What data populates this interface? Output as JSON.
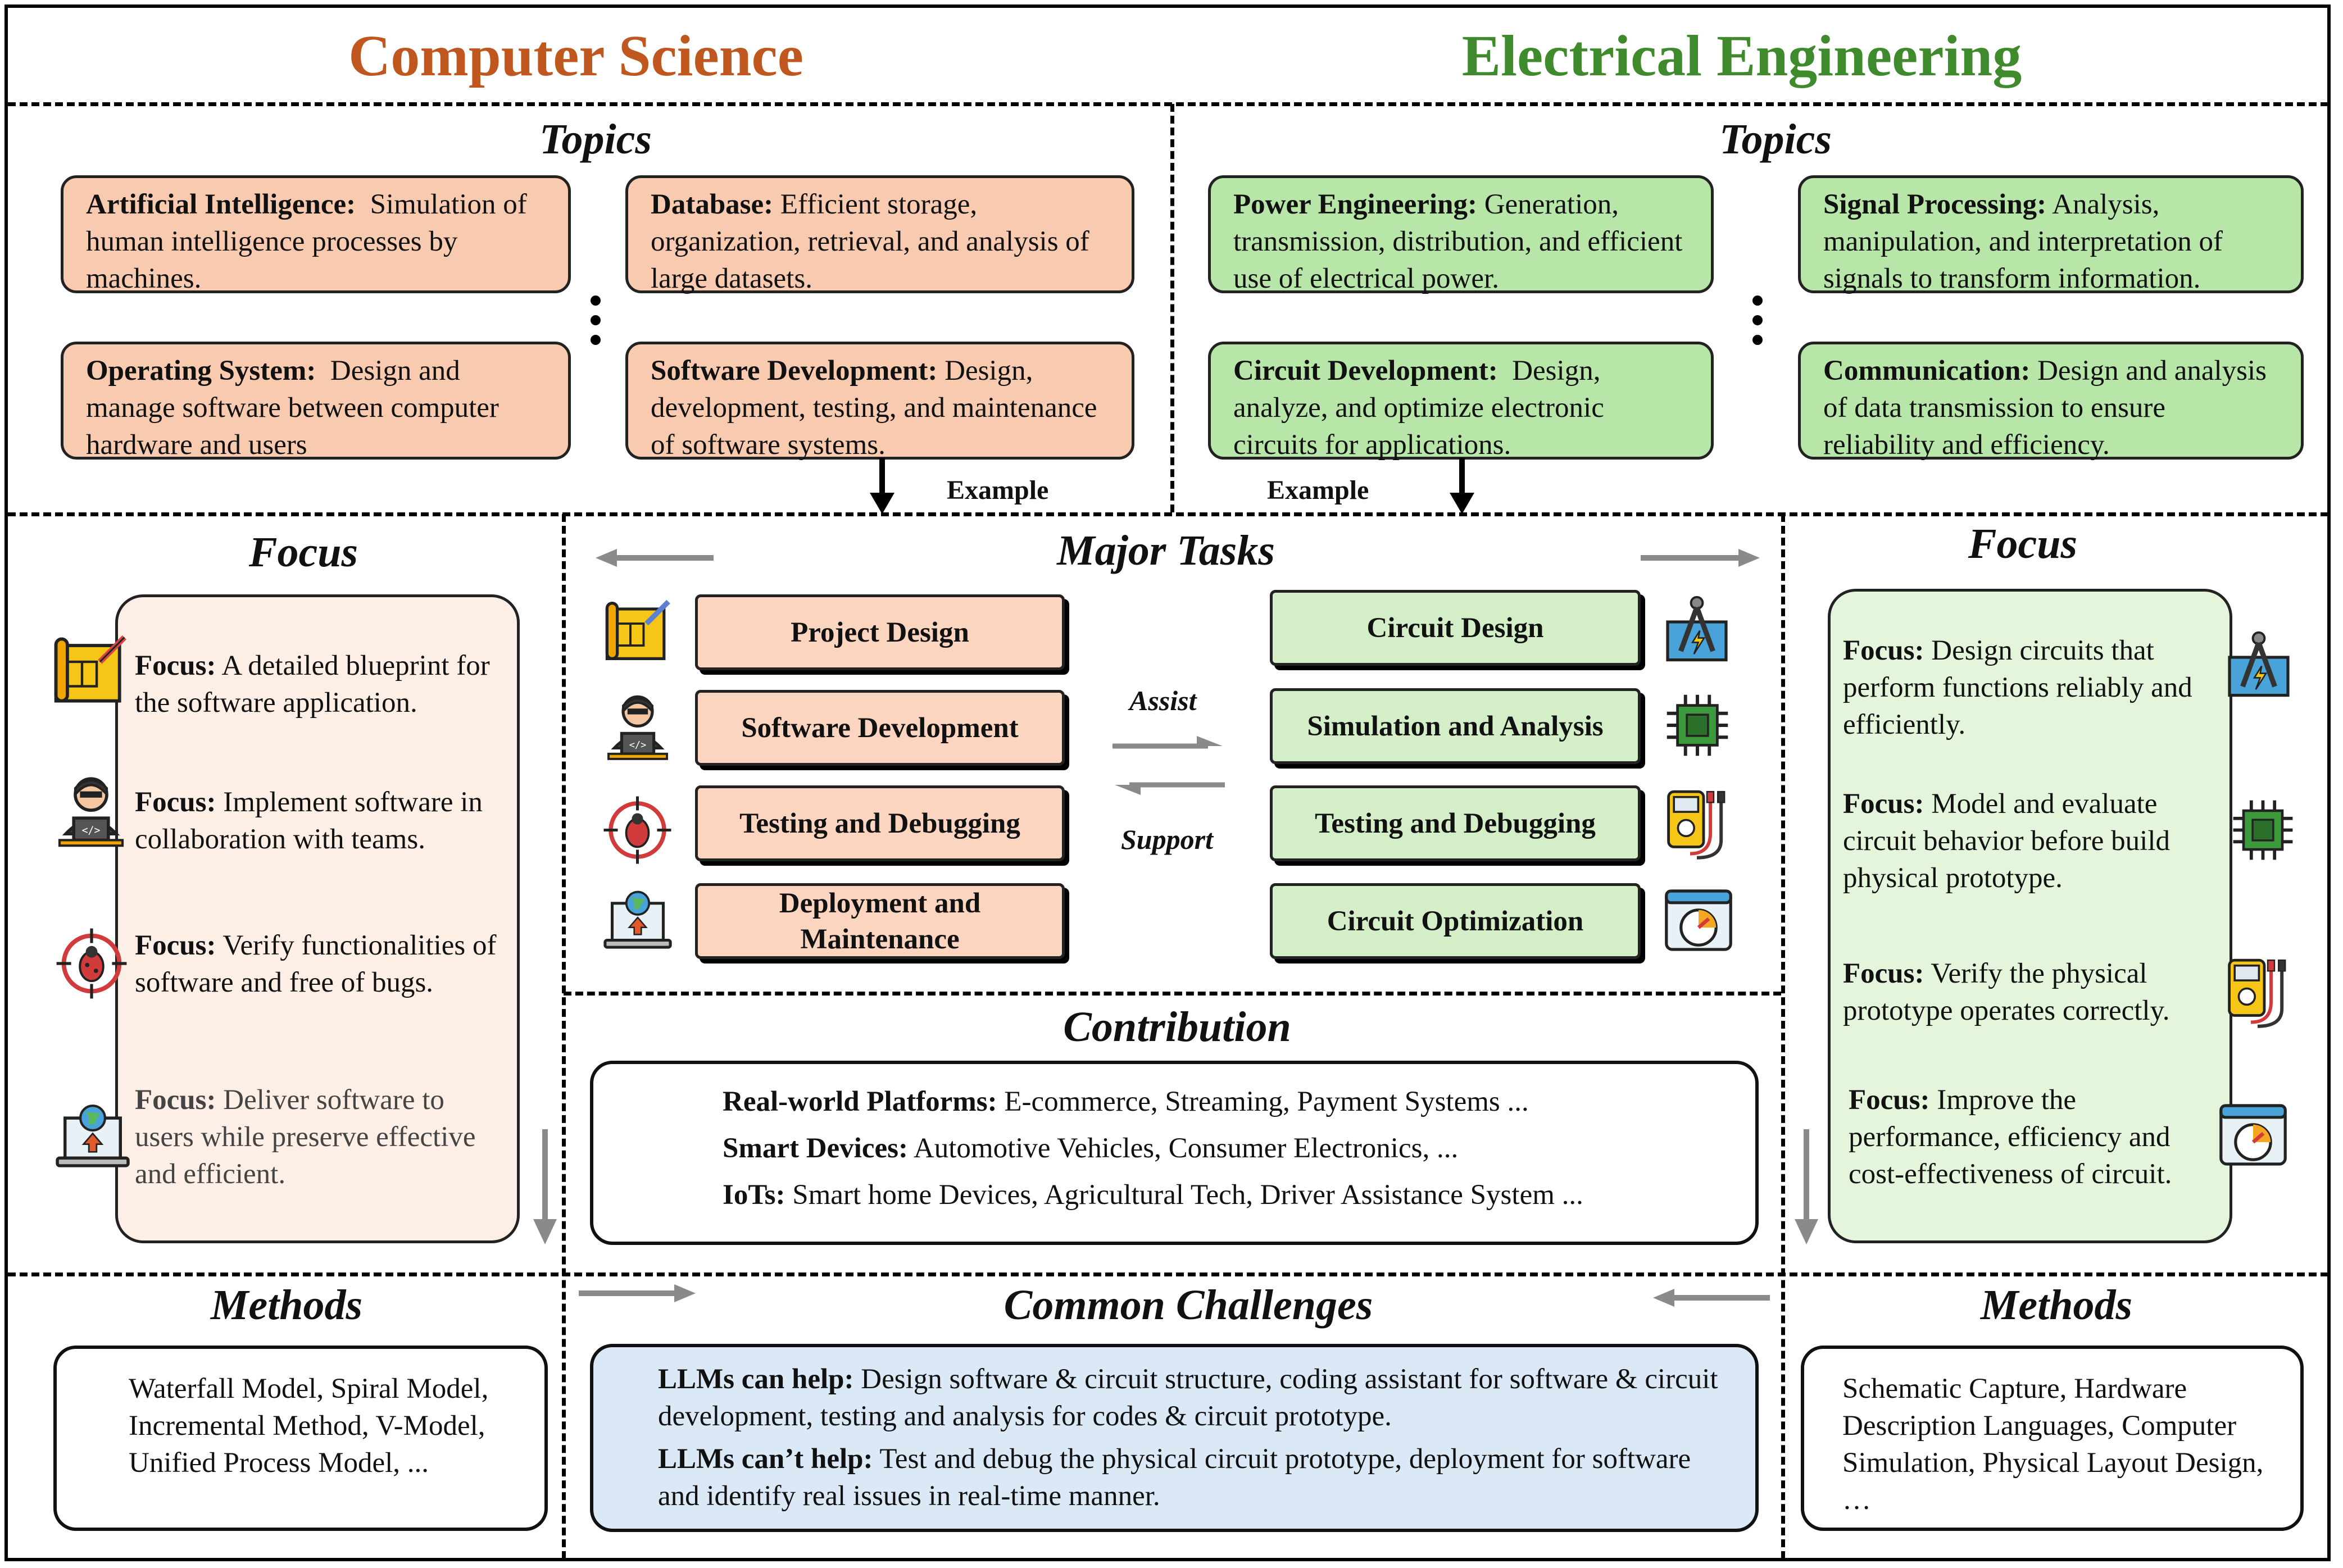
{
  "titles": {
    "cs": "Computer Science",
    "ee": "Electrical Engineering"
  },
  "cs_topics": {
    "heading": "Topics",
    "ai": {
      "name": "Artificial Intelligence:",
      "desc": "Simulation of human intelligence processes by machines."
    },
    "db": {
      "name": "Database:",
      "desc": "Efficient storage, organization, retrieval, and analysis of large datasets."
    },
    "os": {
      "name": "Operating System:",
      "desc": "Design and manage software between computer hardware and users"
    },
    "sd": {
      "name": "Software Development:",
      "desc": "Design, development, testing, and maintenance of software systems."
    },
    "example": "Example"
  },
  "ee_topics": {
    "heading": "Topics",
    "pe": {
      "name": "Power Engineering:",
      "desc": "Generation, transmission, distribution, and efficient use of electrical power."
    },
    "sp": {
      "name": "Signal Processing:",
      "desc": "Analysis, manipulation, and interpretation of signals to transform information."
    },
    "cd": {
      "name": "Circuit Development:",
      "desc": "Design, analyze, and optimize electronic circuits for applications."
    },
    "cm": {
      "name": "Communication:",
      "desc": "Design and analysis of data transmission to ensure reliability and efficiency."
    },
    "example": "Example"
  },
  "cs_focus": {
    "heading": "Focus",
    "label": "Focus:",
    "items": [
      "A detailed blueprint for the software application.",
      "Implement software in collaboration with teams.",
      "Verify functionalities of software and free of bugs.",
      "Deliver software to users while preserve effective and efficient."
    ],
    "icons": [
      "blueprint-icon",
      "developer-icon",
      "bug-target-icon",
      "deploy-laptop-icon"
    ]
  },
  "ee_focus": {
    "heading": "Focus",
    "label": "Focus:",
    "items": [
      "Design circuits that perform functions reliably and efficiently.",
      "Model and evaluate circuit behavior before build physical prototype.",
      "Verify the physical prototype operates correctly.",
      "Improve the performance, efficiency and cost-effectiveness of circuit."
    ],
    "icons": [
      "compass-blueprint-icon",
      "chip-icon",
      "multimeter-icon",
      "gauge-window-icon"
    ]
  },
  "major_tasks": {
    "heading": "Major Tasks",
    "cs": [
      "Project Design",
      "Software Development",
      "Testing and Debugging",
      "Deployment and Maintenance"
    ],
    "ee": [
      "Circuit Design",
      "Simulation and Analysis",
      "Testing and Debugging",
      "Circuit Optimization"
    ],
    "assist": "Assist",
    "support": "Support"
  },
  "contribution": {
    "heading": "Contribution",
    "rows": [
      {
        "label": "Real-world Platforms:",
        "text": "E-commerce, Streaming, Payment Systems ..."
      },
      {
        "label": "Smart Devices:",
        "text": "Automotive Vehicles,  Consumer Electronics, ..."
      },
      {
        "label": "IoTs:",
        "text": "Smart home Devices, Agricultural Tech, Driver Assistance System ..."
      }
    ]
  },
  "methods": {
    "cs_heading": "Methods",
    "cs_text": "Waterfall Model,  Spiral Model, Incremental Method, V-Model, Unified Process Model, ...",
    "ee_heading": "Methods",
    "ee_text": "Schematic Capture, Hardware Description Languages, Computer Simulation, Physical Layout Design, …"
  },
  "challenges": {
    "heading": "Common Challenges",
    "help_label": "LLMs can help:",
    "help_text": "Design software & circuit structure, coding assistant for software & circuit development, testing and analysis for codes & circuit prototype.",
    "cant_label": "LLMs can’t help:",
    "cant_text": "Test and debug the physical circuit prototype, deployment for software and identify real issues in real-time manner."
  },
  "colors": {
    "cs": "#c0571f",
    "ee": "#3f8a2c",
    "orange_box": "#f8cab0",
    "green_box": "#b7e6a8",
    "challenge_bg": "#dbe8f6"
  }
}
